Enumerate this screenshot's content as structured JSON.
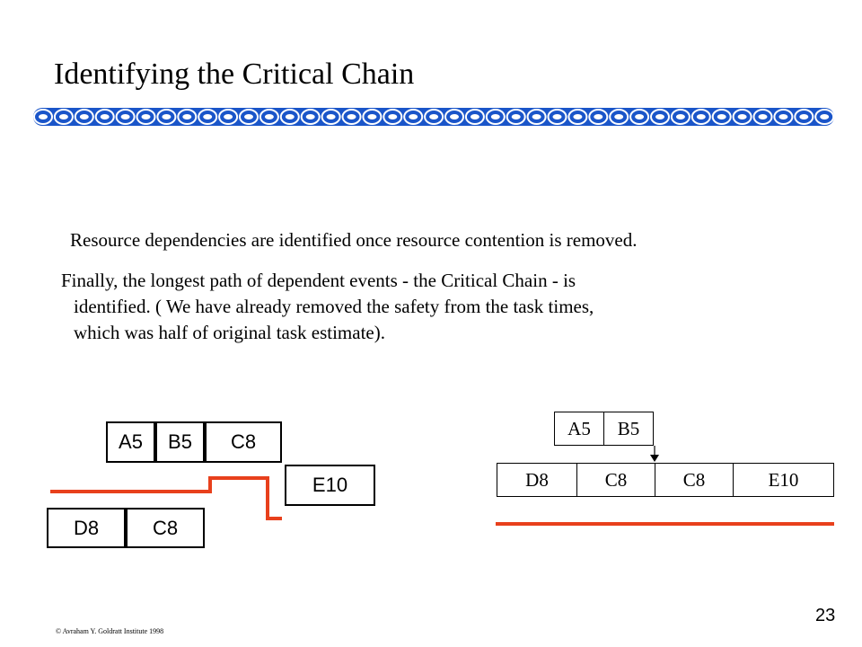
{
  "slide": {
    "title": "Identifying the Critical Chain",
    "paragraph1": "Resource dependencies are identified once resource contention is removed.",
    "paragraph2_line1": "Finally, the longest path of dependent events - the Critical Chain - is",
    "paragraph2_line2": "identified. ( We have already removed the safety from the task times,",
    "paragraph2_line3": "which was half of original task estimate).",
    "footer": "© Avraham Y. Goldratt Institute 1998",
    "page_number": "23"
  },
  "left_diagram": {
    "tasks": {
      "a": "A5",
      "b": "B5",
      "c": "C8",
      "e": "E10",
      "d": "D8",
      "c2": "C8"
    }
  },
  "right_diagram": {
    "top_tasks": {
      "a": "A5",
      "b": "B5"
    },
    "bottom_tasks": {
      "d": "D8",
      "c1": "C8",
      "c2": "C8",
      "e": "E10"
    }
  },
  "colors": {
    "chain": "#1a55c9",
    "critical_line": "#e8401c"
  }
}
